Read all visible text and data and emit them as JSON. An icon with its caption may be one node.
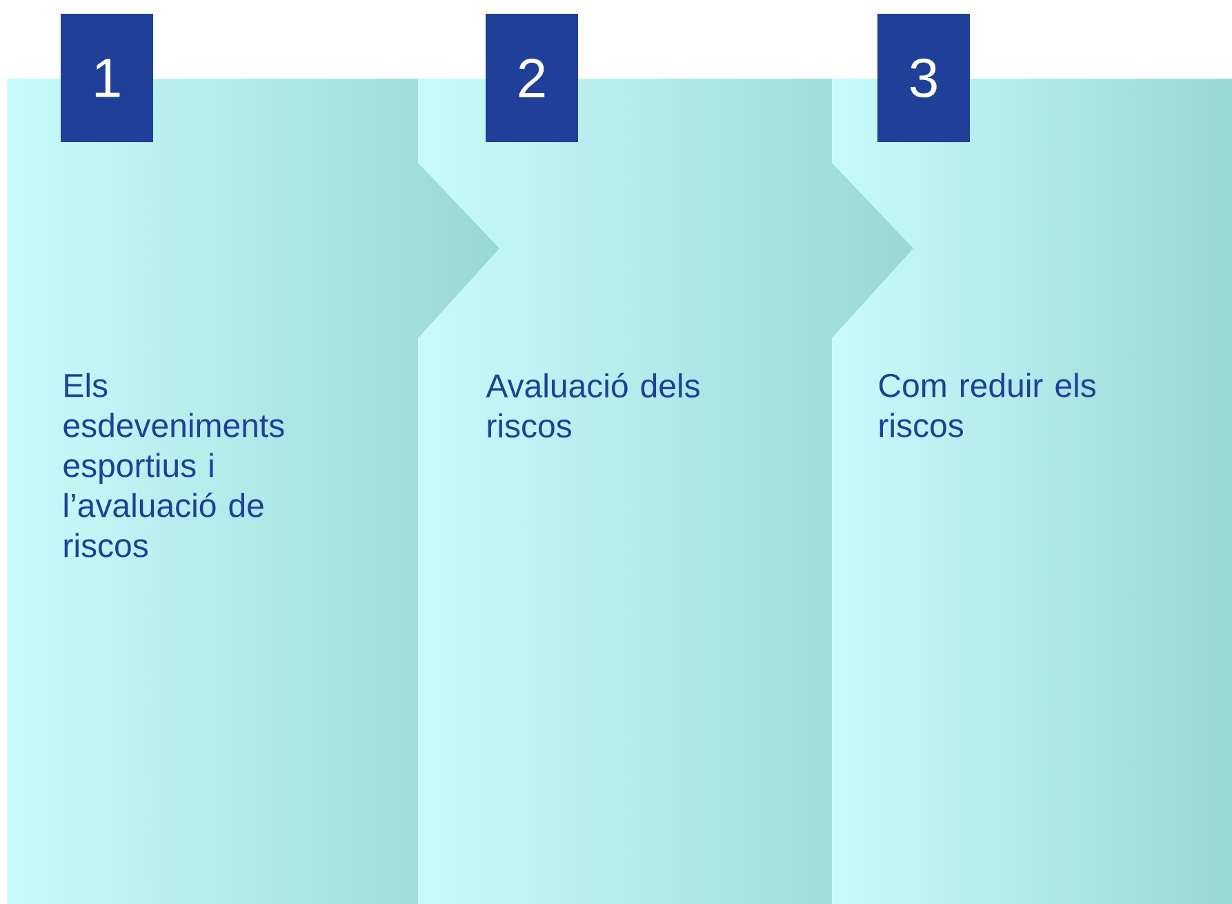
{
  "diagram": {
    "nodes": [
      {
        "text": [
          "1"
        ]
      },
      {
        "text": [
          "Els esdeveniments esportius i l’avaluació de riscos"
        ]
      },
      {
        "text": [
          "2"
        ]
      },
      {
        "text": [
          "Avaluació dels riscos"
        ]
      },
      {
        "text": [
          "3"
        ]
      },
      {
        "text": [
          "Com reduir els riscos"
        ]
      }
    ]
  }
}
